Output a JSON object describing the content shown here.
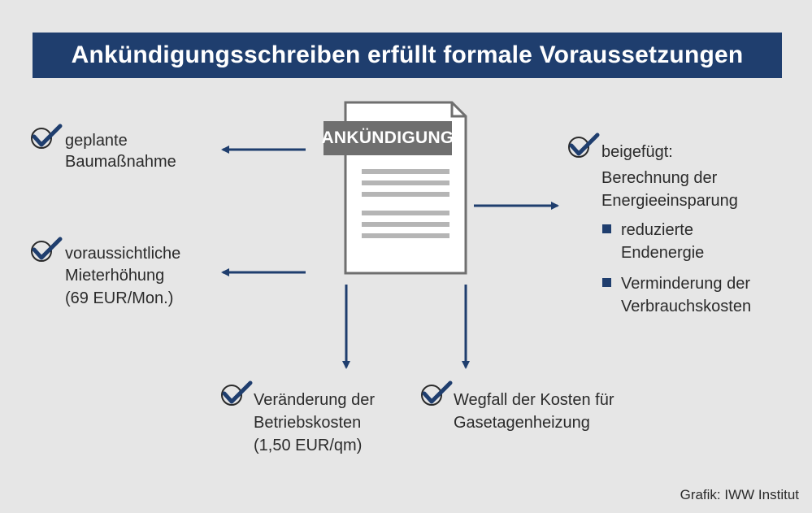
{
  "title": "Ankündigungsschreiben erfüllt formale Voraussetzungen",
  "document": {
    "label": "ANKÜNDIGUNG"
  },
  "left": {
    "item1": {
      "line1": "geplante",
      "line2": "Baumaßnahme"
    },
    "item2": {
      "line1": "voraussichtliche",
      "line2": "Mieterhöhung",
      "line3": "(69 EUR/Mon.)"
    }
  },
  "right": {
    "heading": "beigefügt:",
    "sub1": "Berechnung der",
    "sub2": "Energieeinsparung",
    "bullets": [
      {
        "line1": "reduzierte",
        "line2": "Endenergie"
      },
      {
        "line1": "Verminderung der",
        "line2": "Verbrauchskosten"
      }
    ]
  },
  "bottom": {
    "item1": {
      "line1": "Veränderung der",
      "line2": "Betriebskosten",
      "line3": "(1,50 EUR/qm)"
    },
    "item2": {
      "line1": "Wegfall der Kosten für",
      "line2": "Gasetagenheizung"
    }
  },
  "credit": "Grafik: IWW Institut",
  "icons": {
    "check": "check-icon",
    "document": "document-icon",
    "arrow": "arrow-icon"
  },
  "colors": {
    "navy": "#1f3e6e",
    "background": "#e6e6e6",
    "document_gray": "#6f6f6f"
  }
}
